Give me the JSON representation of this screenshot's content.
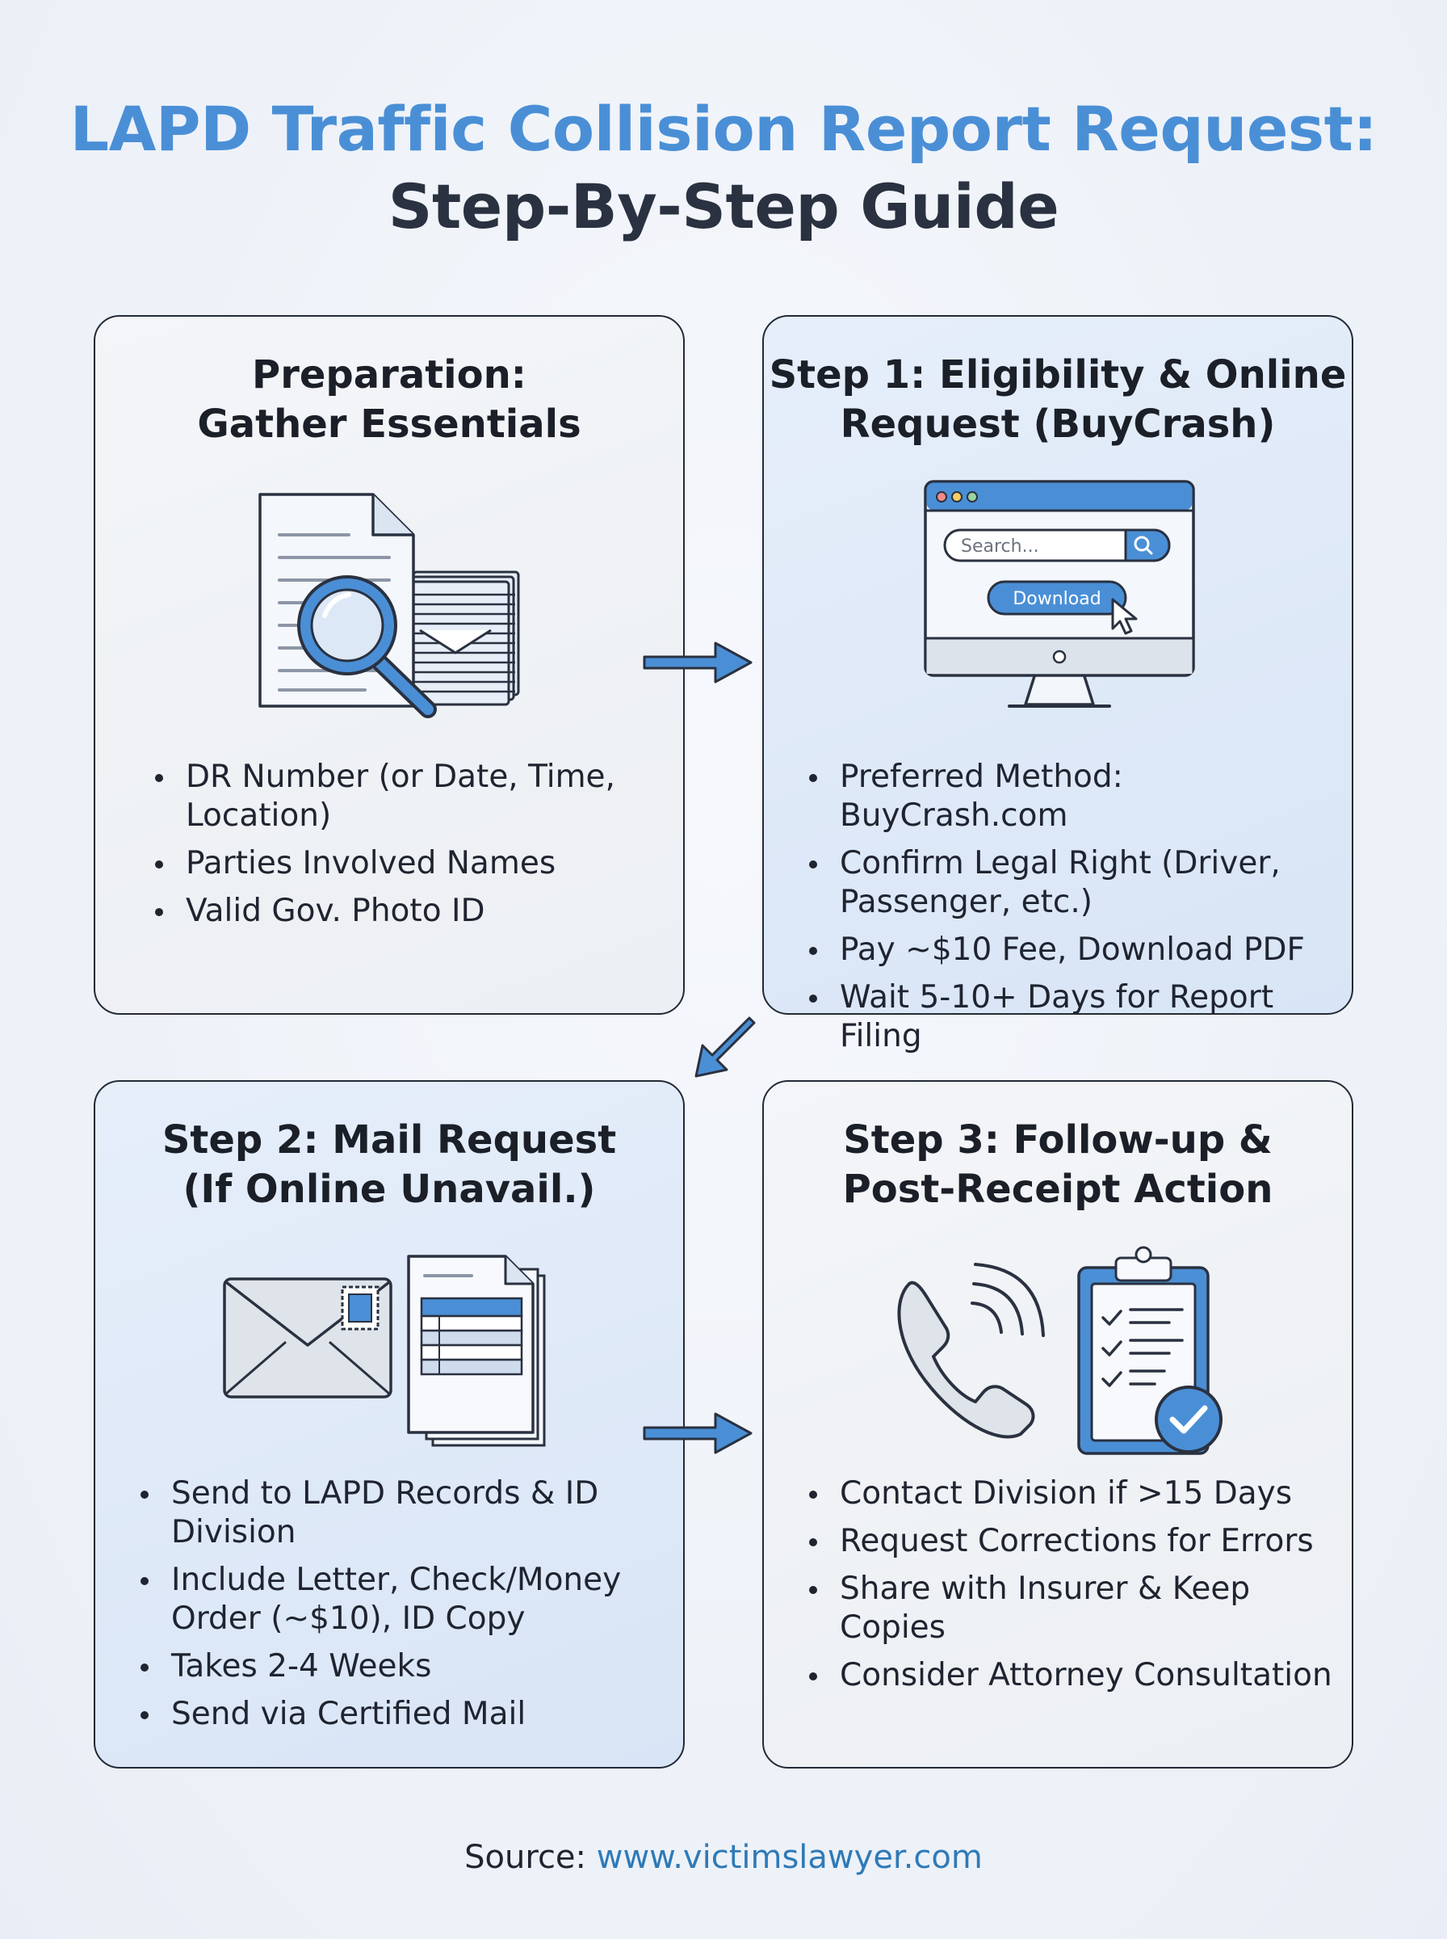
{
  "title": {
    "line1": "LAPD Traffic Collision Report Request:",
    "line2": "Step-By-Step Guide"
  },
  "cards": [
    {
      "heading": [
        "Preparation:",
        "Gather Essentials"
      ],
      "icon": "document-magnifier-icon",
      "bullets": [
        "DR Number (or Date, Time, Location)",
        "Parties Involved Names",
        "Valid Gov. Photo ID"
      ]
    },
    {
      "heading": [
        "Step 1: Eligibility & Online",
        "Request (BuyCrash)"
      ],
      "icon": "computer-monitor-icon",
      "search_placeholder": "Search...",
      "download_label": "Download",
      "bullets": [
        "Preferred Method: BuyCrash.com",
        "Confirm Legal Right (Driver, Passenger, etc.)",
        "Pay ~$10 Fee, Download PDF",
        "Wait 5-10+ Days for Report Filing"
      ]
    },
    {
      "heading": [
        "Step 2: Mail Request",
        "(If Online Unavail.)"
      ],
      "icon": "envelope-forms-icon",
      "bullets": [
        "Send to LAPD Records & ID Division",
        "Include Letter, Check/Money Order (~$10), ID Copy",
        "Takes 2-4 Weeks",
        "Send via Certified Mail"
      ]
    },
    {
      "heading": [
        "Step 3: Follow-up &",
        "Post-Receipt Action"
      ],
      "icon": "phone-clipboard-icon",
      "bullets": [
        "Contact Division if >15 Days",
        "Request Corrections for Errors",
        "Share with Insurer & Keep Copies",
        "Consider Attorney Consultation"
      ]
    }
  ],
  "footer": {
    "prefix": "Source: ",
    "link": "www.victimslawyer.com"
  },
  "colors": {
    "accent": "#4a8fd6",
    "dark_text": "#2a3140",
    "link": "#2f7ab7",
    "card_grey": "#eef1f4",
    "card_blue": "#dfe9f7",
    "border": "#222a36"
  }
}
